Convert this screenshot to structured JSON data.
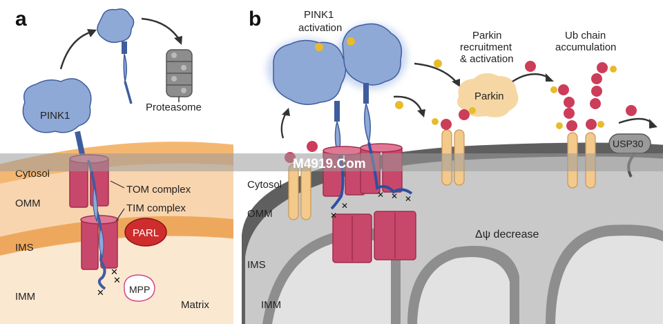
{
  "panel_a": {
    "letter": "a",
    "labels": {
      "pink1": "PINK1",
      "proteasome": "Proteasome",
      "cytosol": "Cytosol",
      "omm": "OMM",
      "ims": "IMS",
      "imm": "IMM",
      "matrix": "Matrix",
      "tom": "TOM complex",
      "tim": "TIM complex",
      "parl": "PARL",
      "mpp": "MPP"
    }
  },
  "panel_b": {
    "letter": "b",
    "labels": {
      "pink1_line1": "PINK1",
      "pink1_line2": "activation",
      "parkin_line1": "Parkin",
      "parkin_line2": "recruitment",
      "parkin_line3": "& activation",
      "ub_line1": "Ub chain",
      "ub_line2": "accumulation",
      "parkin": "Parkin",
      "usp30": "USP30",
      "cytosol": "Cytosol",
      "omm": "OMM",
      "ims": "IMS",
      "imm": "IMM",
      "dpsi": "Δψ decrease"
    }
  },
  "watermark": "M4919.Com",
  "colors": {
    "pink1_blue": "#8fa9d6",
    "pink1_stroke": "#3f5c9e",
    "tom_red": "#c8486b",
    "tom_dark": "#9e2d4d",
    "ub_red": "#cc3d5a",
    "phospho_yellow": "#e7bb2c",
    "parkin_peach": "#f6d7a4",
    "omm_orange": "#eaa45d",
    "ims_peach": "#f8d5ae",
    "matrix_cream": "#fbe8d1",
    "gray_dark": "#5f5f5f",
    "gray_mid": "#bdbdbd",
    "gray_light": "#e2e2e2",
    "parl_red": "#cf2d2d"
  }
}
